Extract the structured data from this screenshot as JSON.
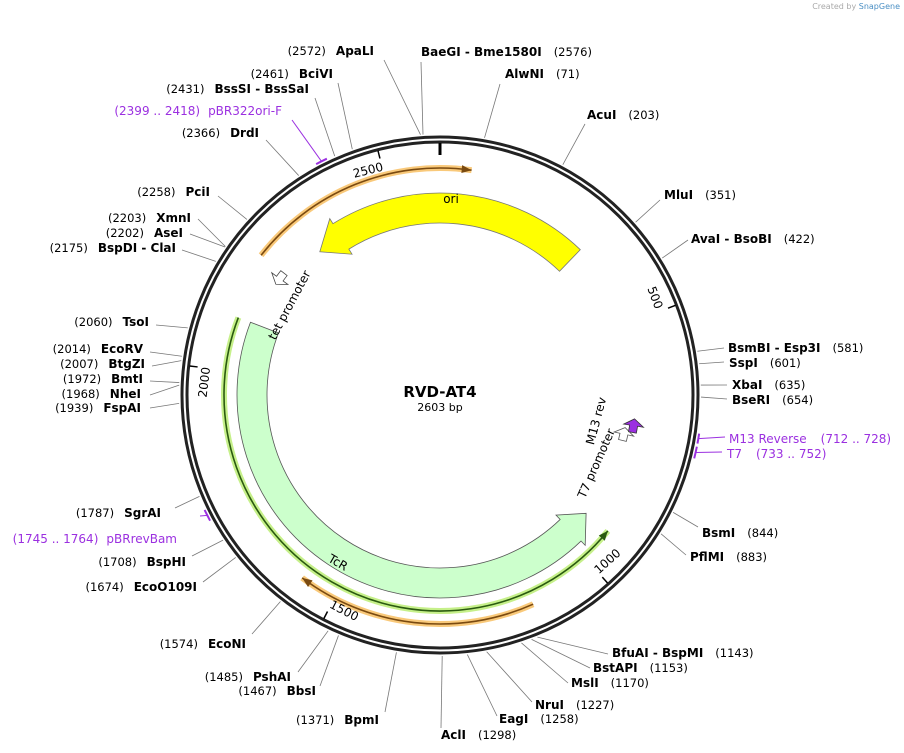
{
  "credit": {
    "prefix": "Created by",
    "brand": "SnapGene"
  },
  "plasmid": {
    "name": "RVD-AT4",
    "size_label": "2603 bp",
    "length": 2603
  },
  "ticks": [
    "500",
    "1000",
    "1500",
    "2000",
    "2500"
  ],
  "features": [
    {
      "name": "ori",
      "color": "#ffff00",
      "direction": "reverse"
    },
    {
      "name": "TcR",
      "color": "#ccffcc",
      "direction": "reverse"
    },
    {
      "name": "tet promoter",
      "direction": "forward"
    },
    {
      "name": "M13 rev",
      "color": "#9b30e0",
      "direction": "reverse"
    },
    {
      "name": "T7 promoter",
      "direction": "reverse"
    }
  ],
  "sites": [
    {
      "name": "BaeGI  - Bme1580I",
      "pos": "(2576)",
      "bp": 2576
    },
    {
      "name": "AlwNI",
      "pos": "(71)",
      "bp": 71
    },
    {
      "name": "AcuI",
      "pos": "(203)",
      "bp": 203
    },
    {
      "name": "MluI",
      "pos": "(351)",
      "bp": 351
    },
    {
      "name": "AvaI  - BsoBI",
      "pos": "(422)",
      "bp": 422
    },
    {
      "name": "BsmBI  - Esp3I",
      "pos": "(581)",
      "bp": 581
    },
    {
      "name": "SspI",
      "pos": "(601)",
      "bp": 601
    },
    {
      "name": "XbaI",
      "pos": "(635)",
      "bp": 635
    },
    {
      "name": "BseRI",
      "pos": "(654)",
      "bp": 654
    },
    {
      "name": "BsmI",
      "pos": "(844)",
      "bp": 844
    },
    {
      "name": "PflMI",
      "pos": "(883)",
      "bp": 883
    },
    {
      "name": "BfuAI  - BspMI",
      "pos": "(1143)",
      "bp": 1143
    },
    {
      "name": "BstAPI",
      "pos": "(1153)",
      "bp": 1153
    },
    {
      "name": "MslI",
      "pos": "(1170)",
      "bp": 1170
    },
    {
      "name": "NruI",
      "pos": "(1227)",
      "bp": 1227
    },
    {
      "name": "EagI",
      "pos": "(1258)",
      "bp": 1258
    },
    {
      "name": "AclI",
      "pos": "(1298)",
      "bp": 1298
    },
    {
      "name": "BpmI",
      "pos": "(1371)",
      "bp": 1371
    },
    {
      "name": "BbsI",
      "pos": "(1467)",
      "bp": 1467
    },
    {
      "name": "PshAI",
      "pos": "(1485)",
      "bp": 1485
    },
    {
      "name": "EcoNI",
      "pos": "(1574)",
      "bp": 1574
    },
    {
      "name": "EcoO109I",
      "pos": "(1674)",
      "bp": 1674
    },
    {
      "name": "BspHI",
      "pos": "(1708)",
      "bp": 1708
    },
    {
      "name": "SgrAI",
      "pos": "(1787)",
      "bp": 1787
    },
    {
      "name": "FspAI",
      "pos": "(1939)",
      "bp": 1939
    },
    {
      "name": "NheI",
      "pos": "(1968)",
      "bp": 1968
    },
    {
      "name": "BmtI",
      "pos": "(1972)",
      "bp": 1972
    },
    {
      "name": "BtgZI",
      "pos": "(2007)",
      "bp": 2007
    },
    {
      "name": "EcoRV",
      "pos": "(2014)",
      "bp": 2014
    },
    {
      "name": "TsoI",
      "pos": "(2060)",
      "bp": 2060
    },
    {
      "name": "BspDI  - ClaI",
      "pos": "(2175)",
      "bp": 2175
    },
    {
      "name": "AseI",
      "pos": "(2202)",
      "bp": 2202
    },
    {
      "name": "XmnI",
      "pos": "(2203)",
      "bp": 2203
    },
    {
      "name": "PciI",
      "pos": "(2258)",
      "bp": 2258
    },
    {
      "name": "DrdI",
      "pos": "(2366)",
      "bp": 2366
    },
    {
      "name": "BssSI  - BssSaI",
      "pos": "(2431)",
      "bp": 2431
    },
    {
      "name": "BciVI",
      "pos": "(2461)",
      "bp": 2461
    },
    {
      "name": "ApaLI",
      "pos": "(2572)",
      "bp": 2572
    }
  ],
  "primers": [
    {
      "name": "M13 Reverse",
      "range": "(712 .. 728)",
      "start": 712,
      "end": 728
    },
    {
      "name": "T7",
      "range": "(733 .. 752)",
      "start": 733,
      "end": 752
    },
    {
      "name": "pBRrevBam",
      "range": "(1745 .. 1764)",
      "start": 1745,
      "end": 1764
    },
    {
      "name": "pBR322ori-F",
      "range": "(2399 .. 2418)",
      "start": 2399,
      "end": 2418
    }
  ],
  "colors": {
    "primer": "#9b30e0",
    "orf_orange": "#f9c97a",
    "orf_green": "#c6f08a",
    "backbone": "#222222"
  }
}
